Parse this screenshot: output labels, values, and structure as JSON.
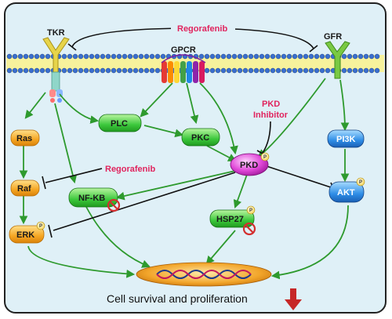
{
  "labels": {
    "tkr": "TKR",
    "gpcr": "GPCR",
    "gfr": "GFR",
    "regorafenib_top": "Regorafenib",
    "regorafenib_mid": "Regorafenib",
    "pkd_inhibitor_line1": "PKD",
    "pkd_inhibitor_line2": "Inhibitor",
    "outcome": "Cell survival and proliferation"
  },
  "nodes": {
    "ras": "Ras",
    "raf": "Raf",
    "erk": "ERK",
    "plc": "PLC",
    "pkc": "PKC",
    "nfkb": "NF-KB",
    "pkd": "PKD",
    "hsp27": "HSP27",
    "pi3k": "PI3K",
    "akt": "AKT",
    "phospho": "P"
  },
  "colors": {
    "background": "#dff0f7",
    "border": "#222222",
    "arrow": "#2e9a2e",
    "inhibit": "#111111",
    "drug": "#e0245e",
    "down_arrow": "#c62828"
  }
}
